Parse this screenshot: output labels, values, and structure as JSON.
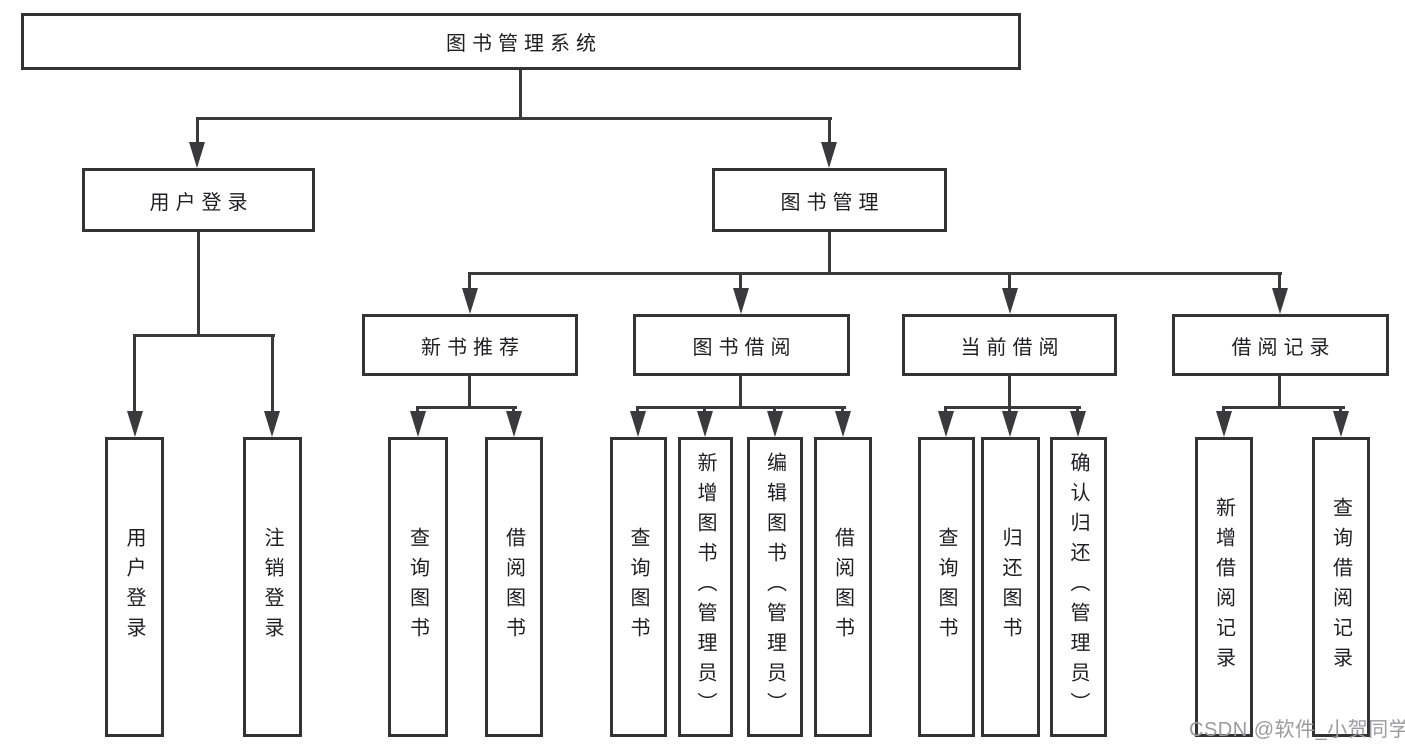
{
  "colors": {
    "bg": "#ffffff",
    "border": "#333335",
    "line": "#3a3a3c",
    "text": "#1f1f21",
    "watermark": "#9b9b9d"
  },
  "watermark": {
    "text": "CSDN @软件_小贺同学"
  },
  "tree": {
    "root": {
      "label": "图书管理系统"
    },
    "branches": [
      {
        "label": "用户登录",
        "children": [
          {
            "label": "用户登录"
          },
          {
            "label": "注销登录"
          }
        ]
      },
      {
        "label": "图书管理",
        "children": [
          {
            "label": "新书推荐",
            "children": [
              {
                "label": "查询图书"
              },
              {
                "label": "借阅图书"
              }
            ]
          },
          {
            "label": "图书借阅",
            "children": [
              {
                "label": "查询图书"
              },
              {
                "label": "新增图书（管理员）"
              },
              {
                "label": "编辑图书（管理员）"
              },
              {
                "label": "借阅图书"
              }
            ]
          },
          {
            "label": "当前借阅",
            "children": [
              {
                "label": "查询图书"
              },
              {
                "label": "归还图书"
              },
              {
                "label": "确认归还（管理员）"
              }
            ]
          },
          {
            "label": "借阅记录",
            "children": [
              {
                "label": "新增借阅记录"
              },
              {
                "label": "查询借阅记录"
              }
            ]
          }
        ]
      }
    ]
  }
}
